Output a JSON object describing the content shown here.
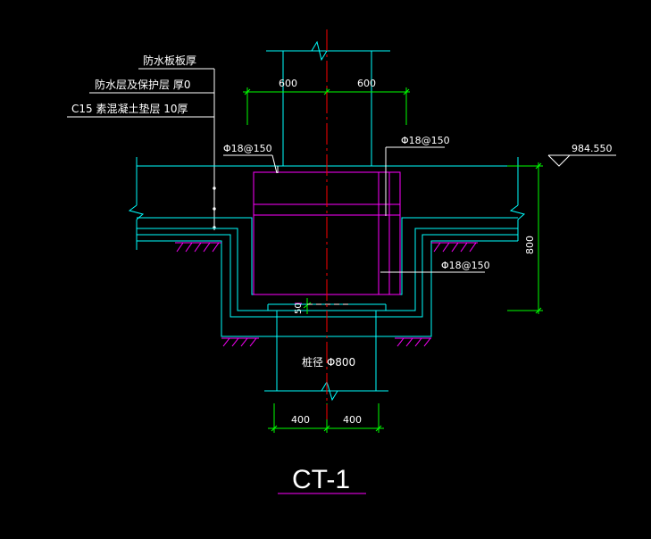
{
  "drawing": {
    "title": "CT-1",
    "notes": {
      "line1": "防水板板厚",
      "line2": "防水层及保护层   厚0",
      "line3": "C15  素混凝土垫层   10厚"
    },
    "rebar_left_top": "Φ18@150",
    "rebar_right_top": "Φ18@150",
    "rebar_right_side": "Φ18@150",
    "elevation": "984.550",
    "dim_top_left": "600",
    "dim_top_right": "600",
    "dim_bottom_left": "400",
    "dim_bottom_right": "400",
    "dim_depth": "800",
    "dim_small": "50",
    "pile_label": "桩径 Φ800"
  },
  "colors": {
    "background": "#000000",
    "cyan": "#00ffff",
    "green": "#00ff00",
    "magenta": "#ff00ff",
    "red": "#ff0000",
    "white": "#ffffff"
  }
}
